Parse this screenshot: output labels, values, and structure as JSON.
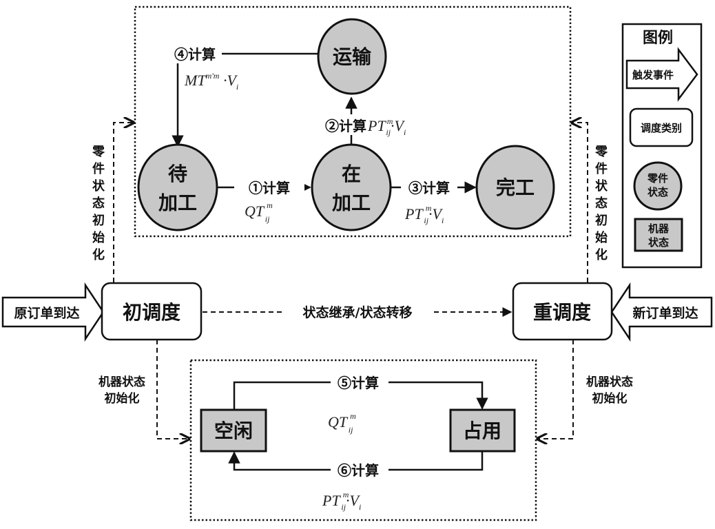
{
  "part_states": {
    "transport": "运输",
    "waiting_l1": "待",
    "waiting_l2": "加工",
    "processing_l1": "在",
    "processing_l2": "加工",
    "finished": "完工"
  },
  "part_transitions": {
    "t1_label": "①计算",
    "t1_base": "QT",
    "t1_sup": "m",
    "t1_sub": "ij",
    "t2_label": "②计算",
    "t2_base": "PT",
    "t2_sup": "m",
    "t2_sub": "ij",
    "t2_tail": "·V",
    "t2_tail_sub": "i",
    "t3_label": "③计算",
    "t3_base": "PT",
    "t3_sup": "m",
    "t3_sub": "ij",
    "t3_tail": "·V",
    "t3_tail_sub": "i",
    "t4_label": "④计算",
    "t4_base": "MT",
    "t4_sup": "m'm",
    "t4_tail": " ·V",
    "t4_tail_sub": "i"
  },
  "machine_states": {
    "idle": "空闲",
    "busy": "占用"
  },
  "machine_transitions": {
    "t5_label": "⑤计算",
    "t5_base": "QT",
    "t5_sup": "m",
    "t5_sub": "ij",
    "t6_label": "⑥计算",
    "t6_base": "PT",
    "t6_sup": "m",
    "t6_sub": "ij",
    "t6_tail": "·V",
    "t6_tail_sub": "i"
  },
  "scheduling": {
    "initial": "初调度",
    "reschedule": "重调度",
    "link_label": "状态继承/状态转移",
    "original_orders": "原订单到达",
    "new_orders": "新订单到达",
    "part_init": [
      "零",
      "件",
      "状",
      "态",
      "初",
      "始",
      "化"
    ],
    "machine_init_l1": "机器状态",
    "machine_init_l2": "初始化"
  },
  "legend": {
    "title": "图例",
    "trigger": "触发事件",
    "schedule_type": "调度类别",
    "part_state_l1": "零件",
    "part_state_l2": "状态",
    "machine_state_l1": "机器",
    "machine_state_l2": "状态"
  }
}
